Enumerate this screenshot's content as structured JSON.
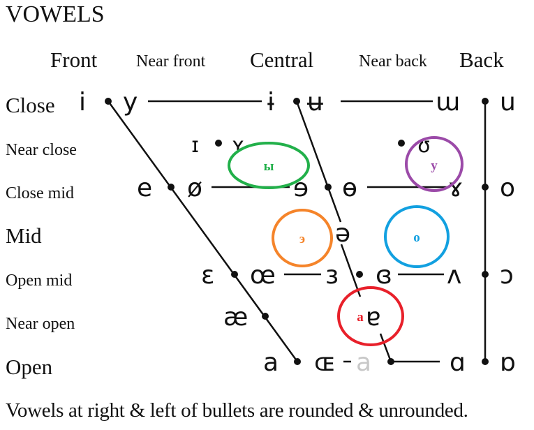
{
  "title": "VOWELS",
  "columns": [
    "Front",
    "Near front",
    "Central",
    "Near back",
    "Back"
  ],
  "rows": [
    "Close",
    "Near close",
    "Close mid",
    "Mid",
    "Open mid",
    "Near open",
    "Open"
  ],
  "caption": "Vowels at right & left of bullets are rounded & unrounded.",
  "vowels": [
    {
      "row": "Close",
      "col": "Front",
      "unrounded": "i",
      "rounded": "y"
    },
    {
      "row": "Close",
      "col": "Central",
      "unrounded": "ɨ",
      "rounded": "ʉ"
    },
    {
      "row": "Close",
      "col": "Back",
      "unrounded": "ɯ",
      "rounded": "u"
    },
    {
      "row": "Near close",
      "col": "Near front",
      "unrounded": "ɪ",
      "rounded": "ʏ"
    },
    {
      "row": "Near close",
      "col": "Near back",
      "unrounded": "",
      "rounded": "ʊ"
    },
    {
      "row": "Close mid",
      "col": "Front",
      "unrounded": "e",
      "rounded": "ø"
    },
    {
      "row": "Close mid",
      "col": "Central",
      "unrounded": "ɘ",
      "rounded": "ɵ"
    },
    {
      "row": "Close mid",
      "col": "Back",
      "unrounded": "ɤ",
      "rounded": "o"
    },
    {
      "row": "Mid",
      "col": "Central",
      "unrounded": "ə",
      "rounded": ""
    },
    {
      "row": "Open mid",
      "col": "Front",
      "unrounded": "ɛ",
      "rounded": "œ"
    },
    {
      "row": "Open mid",
      "col": "Central",
      "unrounded": "ɜ",
      "rounded": "ɞ"
    },
    {
      "row": "Open mid",
      "col": "Back",
      "unrounded": "ʌ",
      "rounded": "ɔ"
    },
    {
      "row": "Near open",
      "col": "Front",
      "unrounded": "æ",
      "rounded": ""
    },
    {
      "row": "Near open",
      "col": "Central",
      "unrounded": "ɐ",
      "rounded": ""
    },
    {
      "row": "Open",
      "col": "Front",
      "unrounded": "a",
      "rounded": "ɶ"
    },
    {
      "row": "Open",
      "col": "Central",
      "unrounded": "a",
      "rounded": "",
      "greyed": true
    },
    {
      "row": "Open",
      "col": "Back",
      "unrounded": "ɑ",
      "rounded": "ɒ"
    }
  ],
  "highlights": [
    {
      "letter": "ы",
      "color": "#22b04a",
      "near": "ɨ / ɘ"
    },
    {
      "letter": "у",
      "color": "#9b4aa8",
      "near": "ʊ"
    },
    {
      "letter": "э",
      "color": "#f5842a",
      "near": "ɛ / ə"
    },
    {
      "letter": "о",
      "color": "#12a0e0",
      "near": "ɞ / ʌ"
    },
    {
      "letter": "а",
      "color": "#e8202a",
      "near": "ɐ"
    }
  ],
  "colors": {
    "ink": "#111111",
    "greyed": "#c8c8c8"
  }
}
